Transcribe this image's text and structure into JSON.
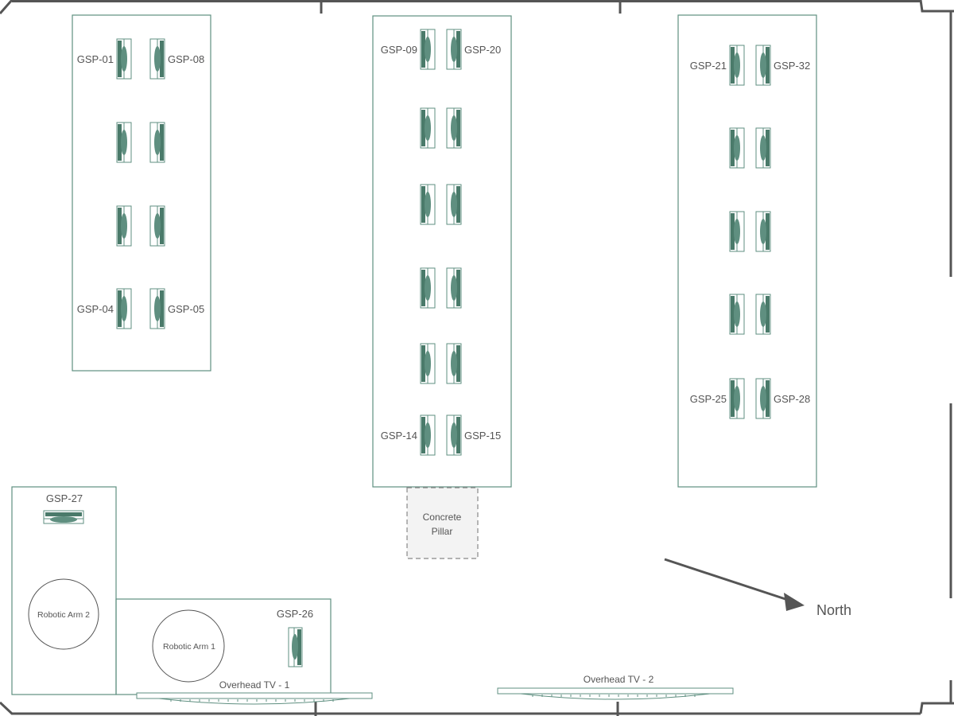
{
  "colors": {
    "stroke": "#5f8f80",
    "dark": "#4a7a6a",
    "wall": "#555555",
    "pillar_fill": "#f3f3f3",
    "text": "#555555",
    "arrow": "#555555"
  },
  "groups": {
    "left": {
      "labels": {
        "0L": "GSP-01",
        "0R": "GSP-08",
        "3L": "GSP-04",
        "3R": "GSP-05"
      }
    },
    "center": {
      "labels": {
        "0L": "GSP-09",
        "0R": "GSP-20",
        "5L": "GSP-14",
        "5R": "GSP-15"
      }
    },
    "right": {
      "labels": {
        "0L": "GSP-21",
        "0R": "GSP-32",
        "4L": "GSP-25",
        "4R": "GSP-28"
      }
    }
  },
  "stations": {
    "gsp27": "GSP-27",
    "gsp26": "GSP-26"
  },
  "robots": {
    "arm1": "Robotic Arm 1",
    "arm2": "Robotic Arm 2"
  },
  "pillar": {
    "line1": "Concrete",
    "line2": "Pillar"
  },
  "tvs": {
    "tv1": "Overhead TV - 1",
    "tv2": "Overhead TV - 2"
  },
  "compass": {
    "label": "North"
  }
}
